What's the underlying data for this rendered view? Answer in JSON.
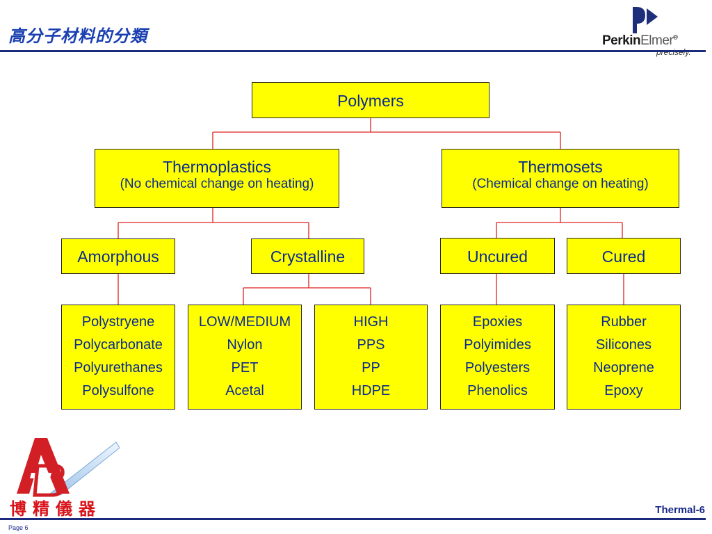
{
  "header": {
    "title": "高分子材料的分類"
  },
  "brand": {
    "name_bold": "Perkin",
    "name_light": "Elmer",
    "registered": "®",
    "tagline": "precisely."
  },
  "diagram": {
    "root": "Polymers",
    "thermoplastics": {
      "title": "Thermoplastics",
      "subtitle": "(No chemical change on heating)"
    },
    "thermosets": {
      "title": "Thermosets",
      "subtitle": "(Chemical change on heating)"
    },
    "amorphous": "Amorphous",
    "crystalline": "Crystalline",
    "uncured": "Uncured",
    "cured": "Cured",
    "lists": {
      "amorphous": [
        "Polystryene",
        "Polycarbonate",
        "Polyurethanes",
        "Polysulfone"
      ],
      "low_medium": [
        "LOW/MEDIUM",
        "Nylon",
        "PET",
        "Acetal"
      ],
      "high": [
        "HIGH",
        "PPS",
        "PP",
        "HDPE"
      ],
      "uncured": [
        "Epoxies",
        "Polyimides",
        "Polyesters",
        "Phenolics"
      ],
      "cured": [
        "Rubber",
        "Silicones",
        "Neoprene",
        "Epoxy"
      ]
    }
  },
  "logo": {
    "chars": "博精儀器"
  },
  "footer": {
    "label": "Thermal-6",
    "page": "Page 6"
  },
  "colors": {
    "box_fill": "#ffff00",
    "text": "#0a2a8f",
    "connector": "#e02020",
    "rule": "#1b2a7a"
  }
}
